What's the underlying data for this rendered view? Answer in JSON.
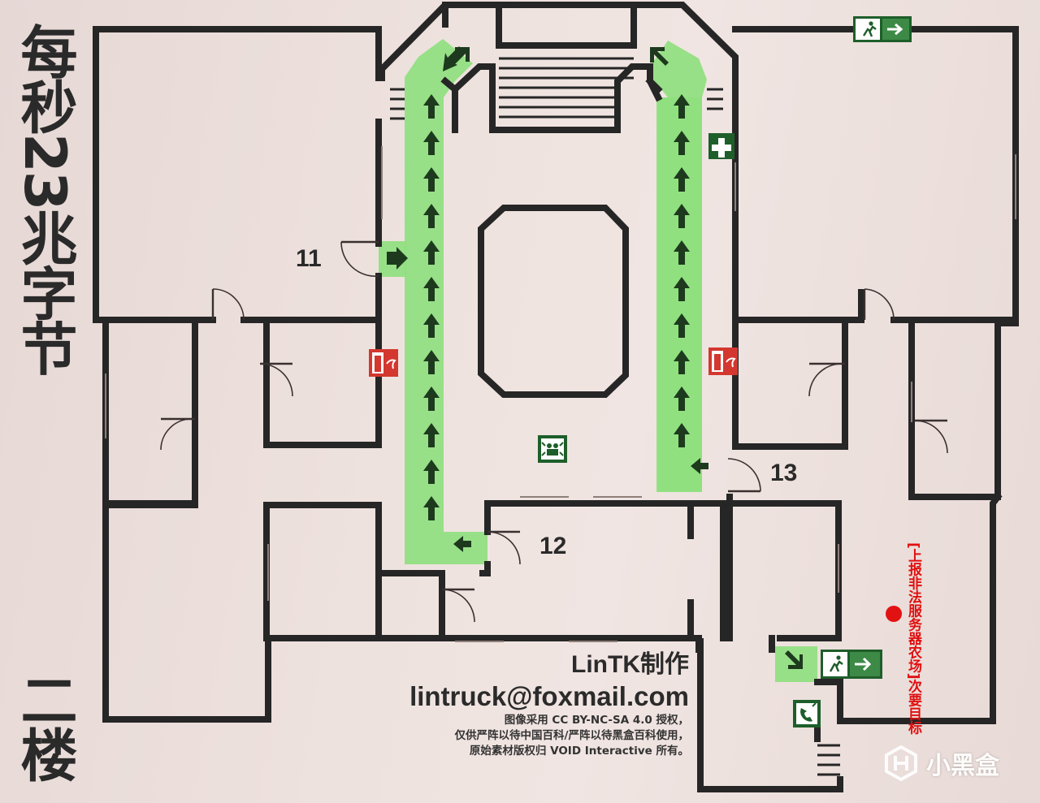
{
  "title": "每秒23兆字节",
  "floor": "二楼",
  "rooms": {
    "r11": "11",
    "r12": "12",
    "r13": "13"
  },
  "objective": {
    "label": "[上报非法服务器农场]次要目标",
    "color": "#e31212"
  },
  "credit": {
    "author": "LinTK制作",
    "email": "lintruck@foxmail.com",
    "license_lines": [
      "图像采用 CC BY-NC-SA 4.0 授权，",
      "仅供严阵以待中国百科/严阵以待黑盒百科使用，",
      "原始素材版权归 VOID Interactive 所有。"
    ]
  },
  "watermark": "小黑盒",
  "icons": {
    "exit": "exit-sign-icon",
    "first_aid": "first-aid-icon",
    "extinguisher": "fire-extinguisher-icon",
    "assembly": "assembly-point-icon",
    "phone": "emergency-phone-icon"
  },
  "colors": {
    "route": "#8fe07f",
    "walls": "#262626",
    "background": "#eee2de",
    "objective": "#e31212"
  }
}
